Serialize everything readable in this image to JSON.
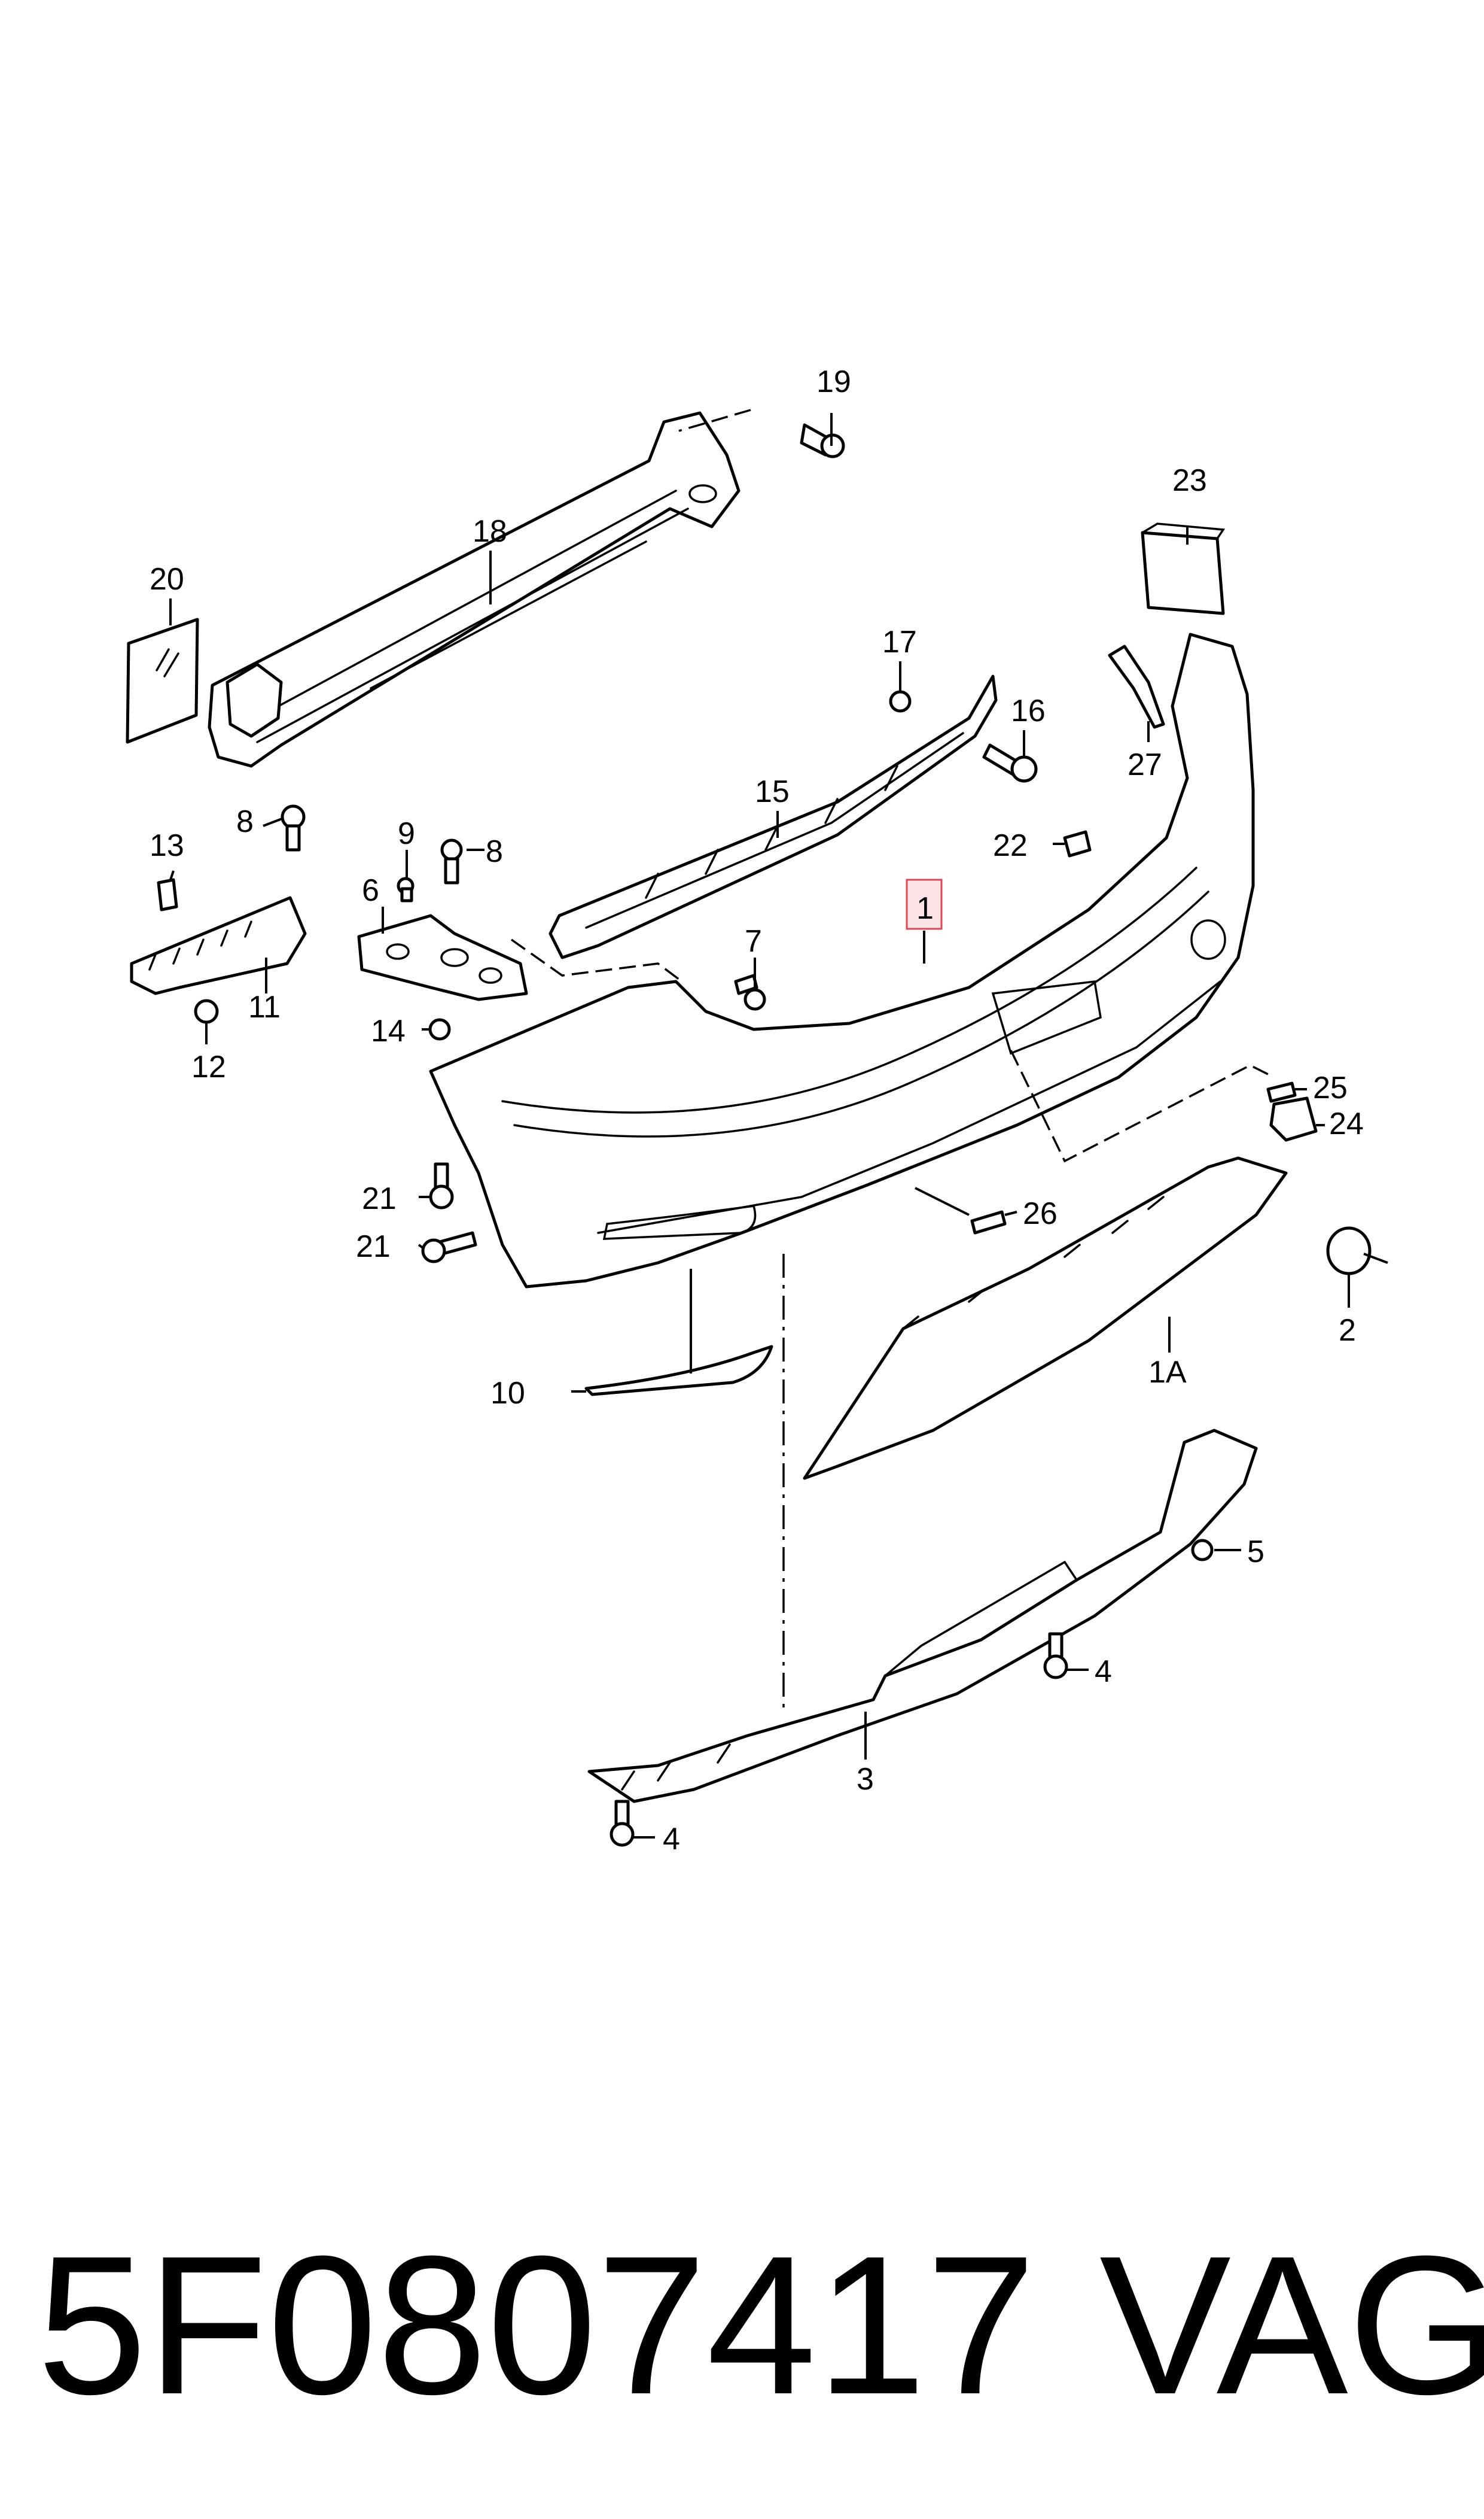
{
  "callouts": {
    "c1": "1",
    "c1A": "1A",
    "c2": "2",
    "c3": "3",
    "c4": "4",
    "c5": "5",
    "c6": "6",
    "c7": "7",
    "c8": "8",
    "c9": "9",
    "c10": "10",
    "c11": "11",
    "c12": "12",
    "c13": "13",
    "c14": "14",
    "c15": "15",
    "c16": "16",
    "c17": "17",
    "c18": "18",
    "c19": "19",
    "c20": "20",
    "c21": "21",
    "c22": "22",
    "c23": "23",
    "c24": "24",
    "c25": "25",
    "c26": "26",
    "c27": "27"
  },
  "footer": {
    "part_number": "5F0807417",
    "brand": "VAG"
  },
  "highlight_color": "#d84a5a"
}
